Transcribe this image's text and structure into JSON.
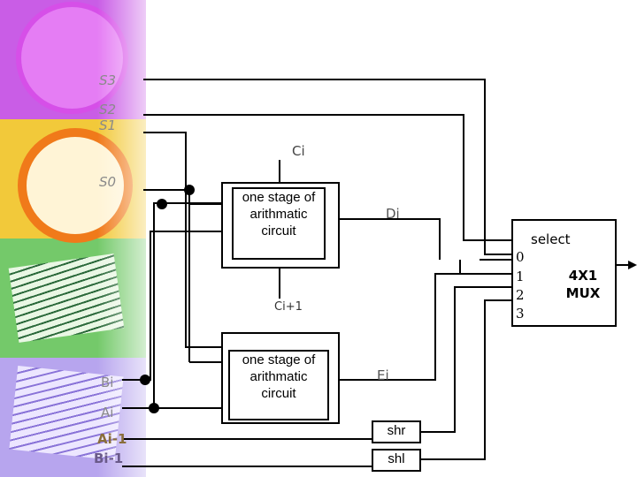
{
  "control_labels": {
    "s3": "S3",
    "s2": "S2",
    "s1": "S1",
    "s0": "S0"
  },
  "signals": {
    "ci": "Ci",
    "ci_plus_1": "Ci+1",
    "di": "Di",
    "ei": "Ei",
    "bi": "Bi",
    "ai": "Ai",
    "ai_minus_1": "Ai-1",
    "bi_minus_1": "Bi-1"
  },
  "blocks": {
    "arith_stage": "one stage of arithmatic circuit",
    "logic_stage": "one stage of arithmatic circuit",
    "shr": "shr",
    "shl": "shl"
  },
  "mux": {
    "select_label": "select",
    "name": "4X1 MUX",
    "inputs": [
      "0",
      "1",
      "2",
      "3"
    ]
  },
  "colors": {
    "wire": "#000000",
    "side_label": "#8a8a8a"
  }
}
